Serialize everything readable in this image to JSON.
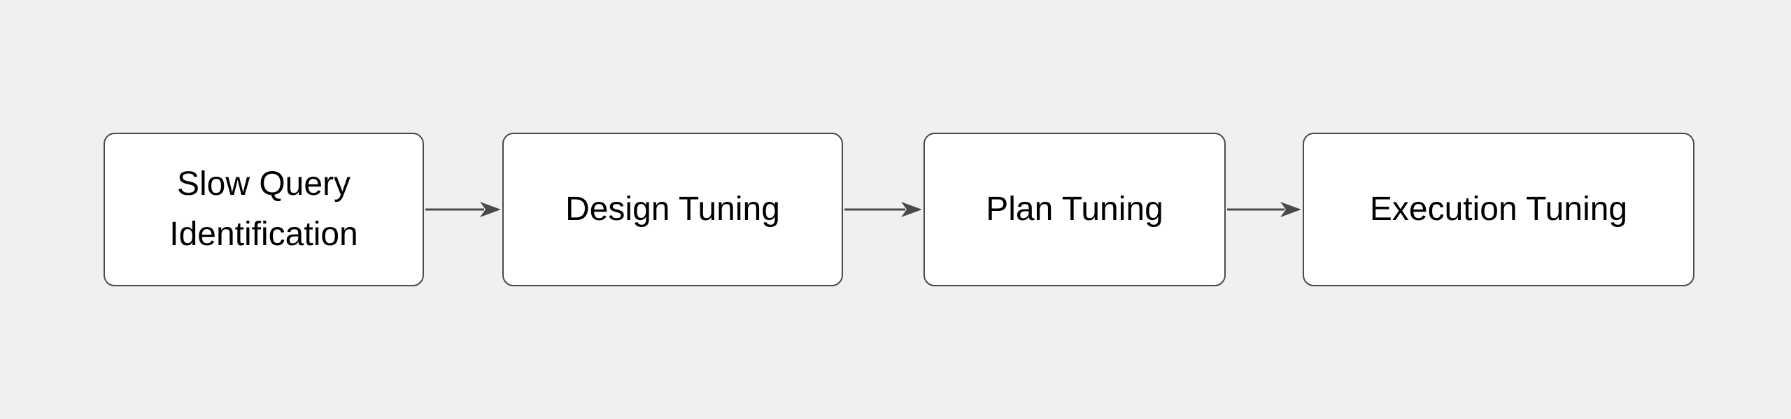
{
  "diagram": {
    "type": "flowchart",
    "direction": "left-to-right",
    "nodes": [
      {
        "id": "slow-query-identification",
        "label": "Slow Query Identification"
      },
      {
        "id": "design-tuning",
        "label": "Design Tuning"
      },
      {
        "id": "plan-tuning",
        "label": "Plan Tuning"
      },
      {
        "id": "execution-tuning",
        "label": "Execution Tuning"
      }
    ],
    "connections": [
      {
        "from": "slow-query-identification",
        "to": "design-tuning"
      },
      {
        "from": "design-tuning",
        "to": "plan-tuning"
      },
      {
        "from": "plan-tuning",
        "to": "execution-tuning"
      }
    ]
  },
  "theme": {
    "background": "#f0f0f0",
    "node_fill": "#ffffff",
    "node_border": "#4a4a4a",
    "arrow": "#4a4a4a",
    "text": "#000000"
  }
}
